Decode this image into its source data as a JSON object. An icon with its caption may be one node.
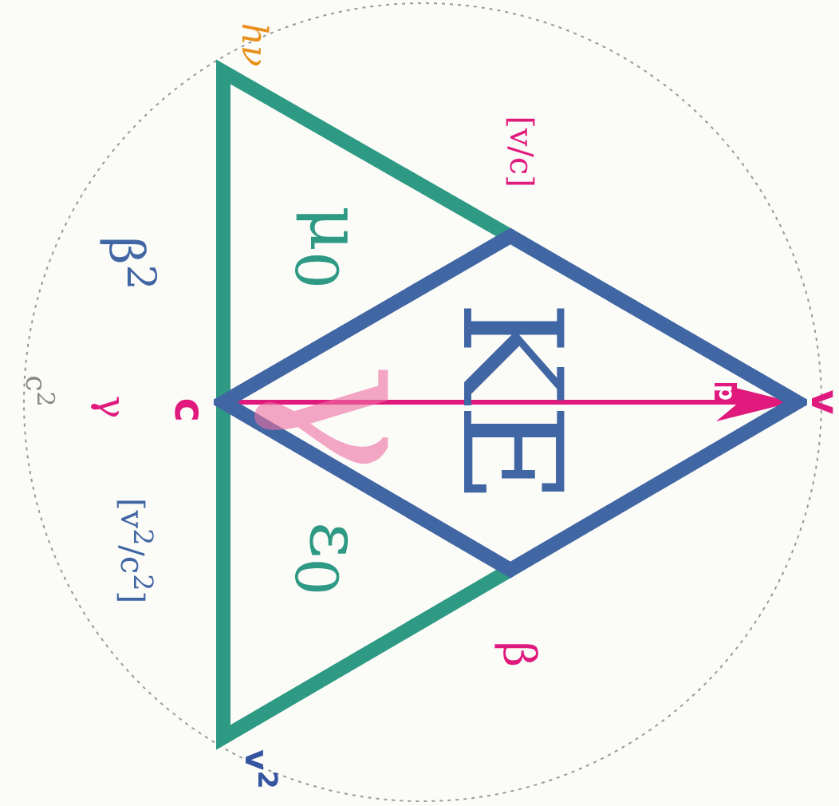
{
  "diagram": {
    "nodes": [
      {
        "text": [
          "μ$_{0}$",
          "ε$_{0}$"
        ]
      },
      {
        "text": [
          "KE"
        ]
      }
    ],
    "labels": [
      "hν",
      "[v/c]",
      "β$^{2}$",
      "c$^{2}$",
      "γ",
      "c",
      "[v$^{2}$/c$^{2}$]",
      "β",
      "v$^{2}$",
      "γ",
      "p",
      "v"
    ]
  }
}
